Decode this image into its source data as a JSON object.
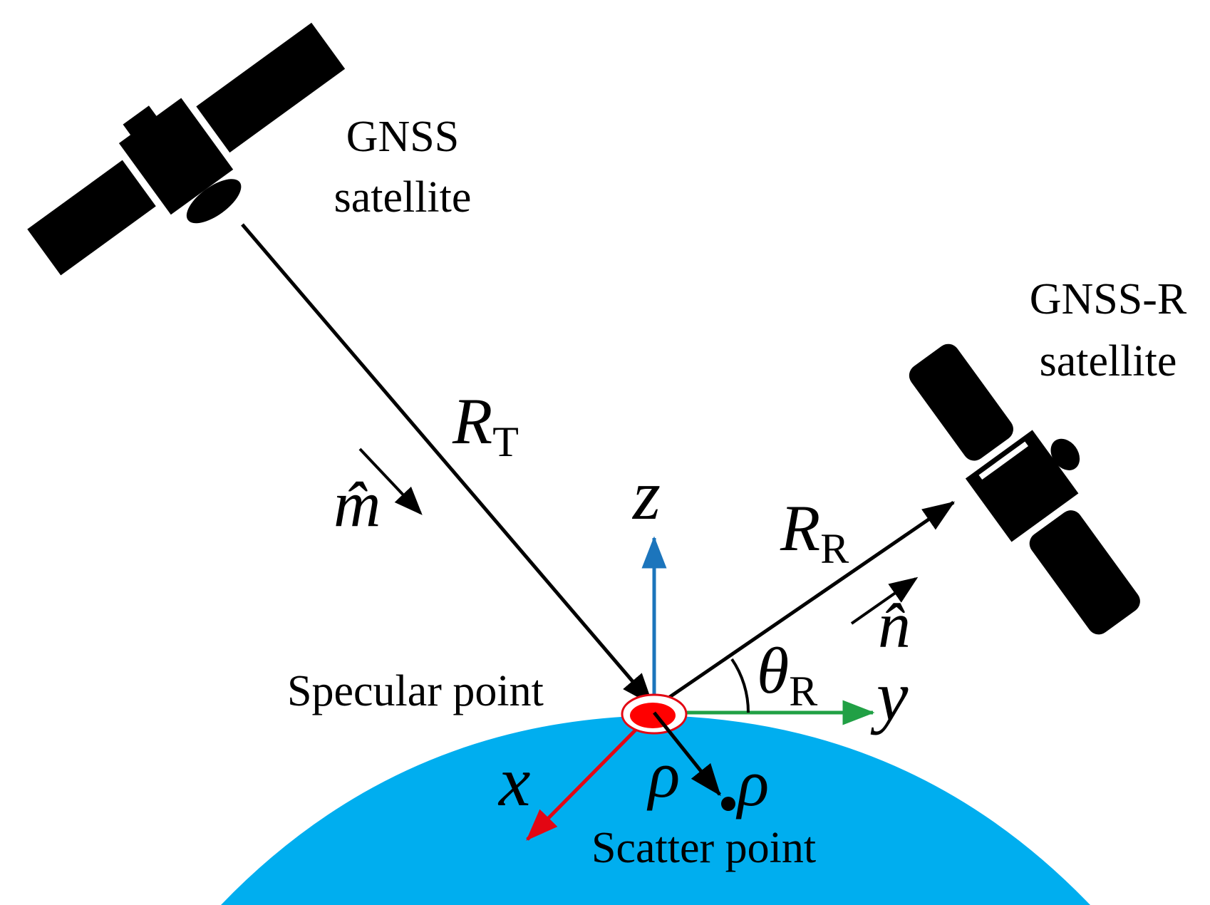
{
  "colors": {
    "earth": "#00aeef",
    "axis_x": "#e30613",
    "axis_y": "#21a045",
    "axis_z": "#1c75bc",
    "specular_spot": "#ff0000",
    "ink": "#000000"
  },
  "labels": {
    "gnss_line1": "GNSS",
    "gnss_line2": "satellite",
    "gnssr_line1": "GNSS-R",
    "gnssr_line2": "satellite",
    "rt_main": "R",
    "rt_sub": "T",
    "rr_main": "R",
    "rr_sub": "R",
    "m_hat": "m̂",
    "n_hat": "n̂",
    "z_axis": "z",
    "y_axis": "y",
    "x_axis": "x",
    "theta_main": "θ",
    "theta_sub": "R",
    "specular": "Specular point",
    "scatter": "Scatter point",
    "rho_vec": "ρ⃗",
    "rho": "ρ"
  }
}
